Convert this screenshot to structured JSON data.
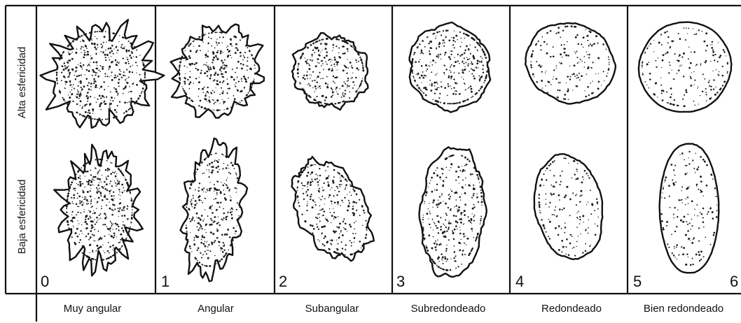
{
  "row_labels": {
    "high": "Alta esfericidad",
    "low": "Baja esfericidad"
  },
  "columns": [
    {
      "number": "0",
      "category": "Muy angular"
    },
    {
      "number": "1",
      "category": "Angular"
    },
    {
      "number": "2",
      "category": "Subangular"
    },
    {
      "number": "3",
      "category": "Subredondeado"
    },
    {
      "number": "4",
      "category": "Redondeado"
    },
    {
      "number": "5",
      "category": "Bien redondeado"
    }
  ],
  "trailing_number": "6",
  "colors": {
    "line": "#111111",
    "stipple": "#1a1a1a",
    "background": "#ffffff"
  }
}
